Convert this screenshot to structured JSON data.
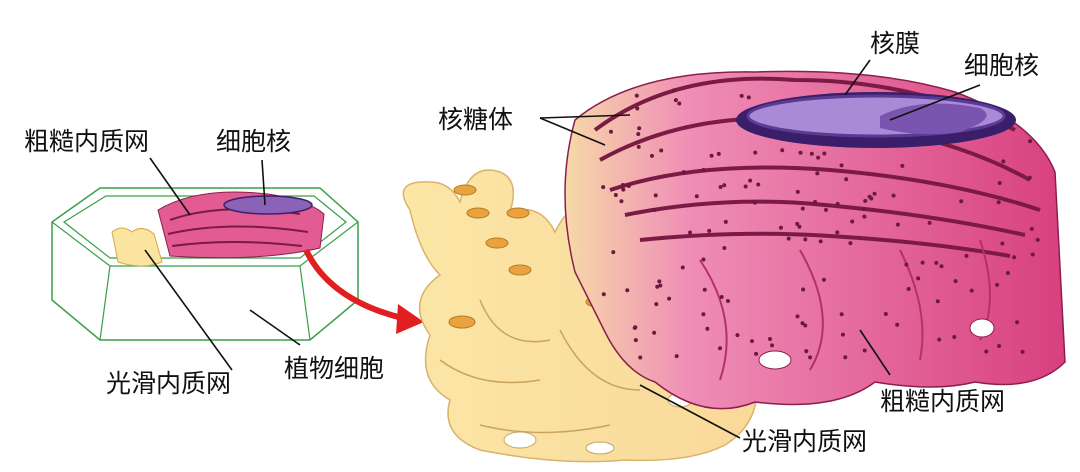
{
  "left_cell": {
    "labels": {
      "rough_er": "粗糙内质网",
      "nucleus": "细胞核",
      "smooth_er": "光滑内质网",
      "plant_cell": "植物细胞"
    }
  },
  "detail": {
    "labels": {
      "nuclear_envelope": "核膜",
      "nucleus": "细胞核",
      "ribosome": "核糖体",
      "rough_er": "粗糙内质网",
      "smooth_er": "光滑内质网"
    }
  },
  "colors": {
    "rough_er": "#d9407f",
    "rough_er_light": "#f2a9c6",
    "smooth_er": "#fbe3a0",
    "nucleus": "#8a63b8",
    "cell_wall": "#3aa048",
    "arrow": "#e02020"
  }
}
